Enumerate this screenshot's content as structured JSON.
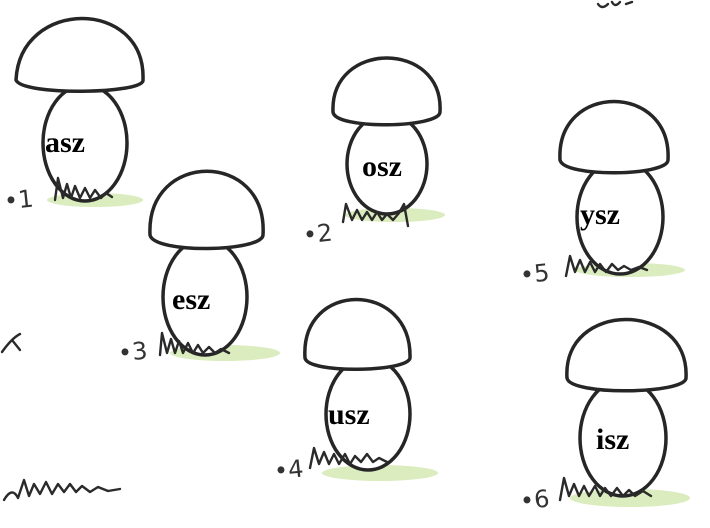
{
  "mushrooms": [
    {
      "syllable": "asz",
      "number": "•1"
    },
    {
      "syllable": "osz",
      "number": "•2"
    },
    {
      "syllable": "esz",
      "number": "•3"
    },
    {
      "syllable": "usz",
      "number": "•4"
    },
    {
      "syllable": "ysz",
      "number": "•5"
    },
    {
      "syllable": "isz",
      "number": "•6"
    }
  ],
  "colors": {
    "outline": "#262626",
    "grass_tint": "#cfe6a8",
    "background": "#ffffff"
  }
}
